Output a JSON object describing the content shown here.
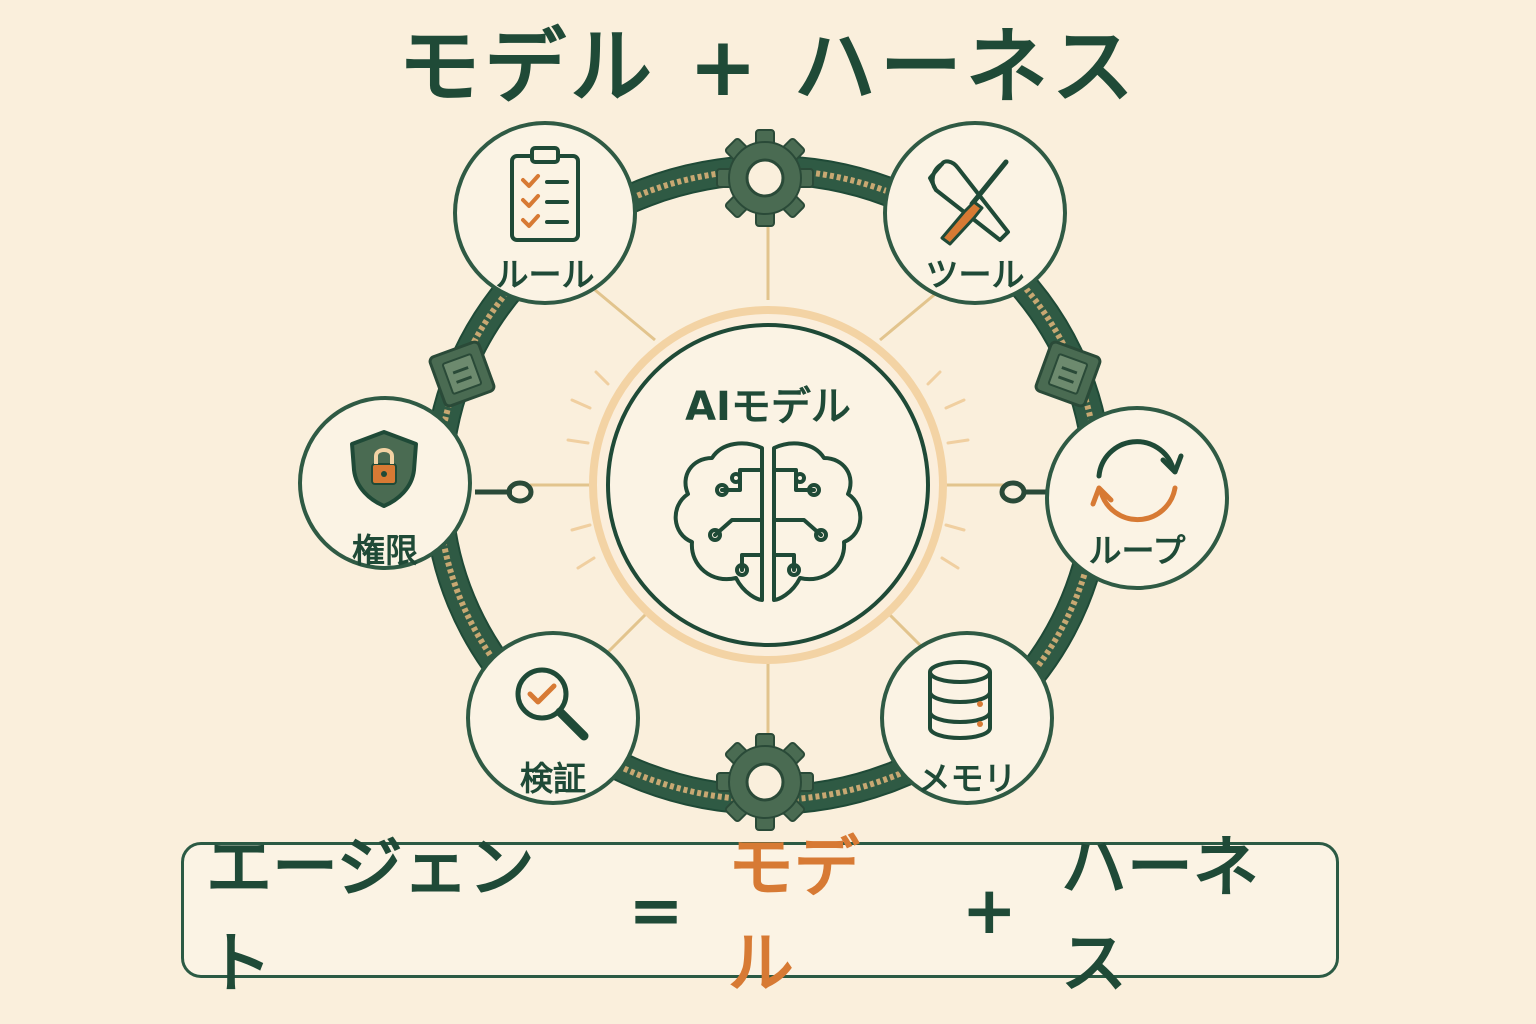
{
  "title": "モデル + ハーネス",
  "center": {
    "label": "AIモデル",
    "icon": "brain-circuit-icon"
  },
  "nodes": [
    {
      "id": "rules",
      "label": "ルール",
      "icon": "clipboard-checklist-icon"
    },
    {
      "id": "tools",
      "label": "ツール",
      "icon": "wrench-screwdriver-icon"
    },
    {
      "id": "permissions",
      "label": "権限",
      "icon": "shield-lock-icon"
    },
    {
      "id": "loop",
      "label": "ループ",
      "icon": "refresh-cycle-icon"
    },
    {
      "id": "verification",
      "label": "検証",
      "icon": "magnifier-check-icon"
    },
    {
      "id": "memory",
      "label": "メモリ",
      "icon": "database-icon"
    }
  ],
  "formula": {
    "left": "エージェント",
    "equals": "=",
    "model": "モデル",
    "plus": "+",
    "harness": "ハーネス"
  },
  "colors": {
    "background": "#faefdc",
    "primary": "#1f4a37",
    "ring": "#2f5a44",
    "accent": "#d77a34",
    "rope": "#c8a872",
    "node_fill": "#fbf3e4"
  }
}
